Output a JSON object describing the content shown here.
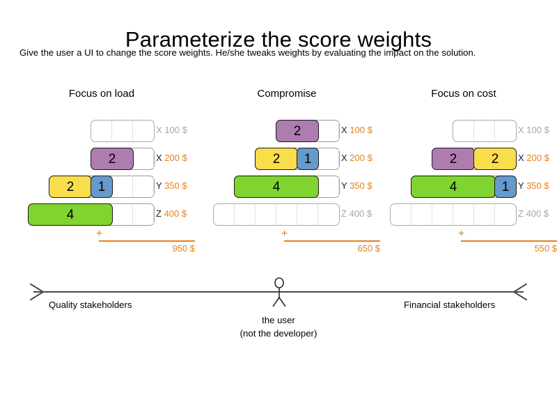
{
  "page": {
    "title": "Parameterize the score weights",
    "subtitle": "Give the user a UI to change the score weights. He/she tweaks weights by evaluating the impact on the solution."
  },
  "colors": {
    "purple": "#ae7cae",
    "yellow": "#f9dd4b",
    "blue": "#6699cc",
    "green": "#7fd430",
    "accent_orange": "#e8801a",
    "dim_gray": "#a6a6a6",
    "box_border": "#9a9a9a"
  },
  "scenarios": [
    {
      "title": "Focus on load",
      "rows": [
        {
          "letter": "X",
          "amount": "100 $",
          "dim": true,
          "capacity": 3,
          "segments": []
        },
        {
          "letter": "X",
          "amount": "200 $",
          "dim": false,
          "capacity": 3,
          "segments": [
            {
              "value": "2",
              "units": 2,
              "color": "purple"
            }
          ]
        },
        {
          "letter": "Y",
          "amount": "350 $",
          "dim": false,
          "capacity": 5,
          "segments": [
            {
              "value": "2",
              "units": 2,
              "color": "yellow"
            },
            {
              "value": "1",
              "units": 1,
              "color": "blue"
            }
          ]
        },
        {
          "letter": "Z",
          "amount": "400 $",
          "dim": false,
          "capacity": 6,
          "segments": [
            {
              "value": "4",
              "units": 4,
              "color": "green"
            }
          ]
        }
      ],
      "sum_plus": "+",
      "sum_total": "950 $"
    },
    {
      "title": "Compromise",
      "rows": [
        {
          "letter": "X",
          "amount": "100 $",
          "dim": false,
          "capacity": 3,
          "segments": [
            {
              "value": "2",
              "units": 2,
              "color": "purple"
            }
          ]
        },
        {
          "letter": "X",
          "amount": "200 $",
          "dim": false,
          "capacity": 4,
          "segments": [
            {
              "value": "2",
              "units": 2,
              "color": "yellow"
            },
            {
              "value": "1",
              "units": 1,
              "color": "blue"
            }
          ]
        },
        {
          "letter": "Y",
          "amount": "350 $",
          "dim": false,
          "capacity": 5,
          "segments": [
            {
              "value": "4",
              "units": 4,
              "color": "green"
            }
          ]
        },
        {
          "letter": "Z",
          "amount": "400 $",
          "dim": true,
          "capacity": 6,
          "segments": []
        }
      ],
      "sum_plus": "+",
      "sum_total": "650 $"
    },
    {
      "title": "Focus on cost",
      "rows": [
        {
          "letter": "X",
          "amount": "100 $",
          "dim": true,
          "capacity": 3,
          "segments": []
        },
        {
          "letter": "X",
          "amount": "200 $",
          "dim": false,
          "capacity": 4,
          "segments": [
            {
              "value": "2",
              "units": 2,
              "color": "purple"
            },
            {
              "value": "2",
              "units": 2,
              "color": "yellow"
            }
          ]
        },
        {
          "letter": "Y",
          "amount": "350 $",
          "dim": false,
          "capacity": 5,
          "segments": [
            {
              "value": "4",
              "units": 4,
              "color": "green"
            },
            {
              "value": "1",
              "units": 1,
              "color": "blue"
            }
          ]
        },
        {
          "letter": "Z",
          "amount": "400 $",
          "dim": true,
          "capacity": 6,
          "segments": []
        }
      ],
      "sum_plus": "+",
      "sum_total": "550 $"
    }
  ],
  "axis": {
    "left_label": "Quality stakeholders",
    "right_label": "Financial stakeholders",
    "user_caption_line1": "the user",
    "user_caption_line2": "(not the developer)"
  }
}
